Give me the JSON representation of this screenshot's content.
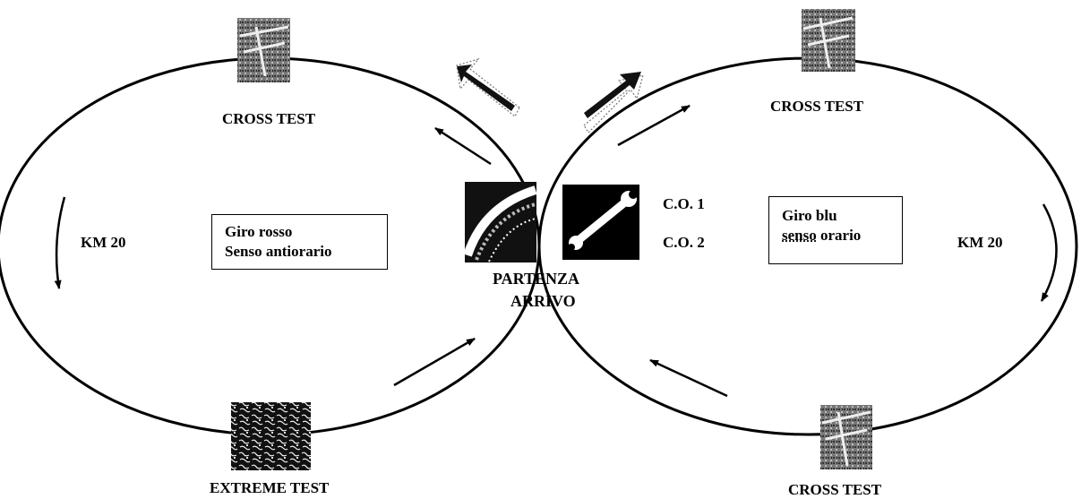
{
  "labels": {
    "cross_test_left_top": "CROSS TEST",
    "cross_test_right_top": "CROSS TEST",
    "cross_test_right_bottom": "CROSS TEST",
    "extreme_test": "EXTREME TEST",
    "km_left": "KM 20",
    "km_right": "KM 20",
    "co1": "C.O. 1",
    "co2": "C.O. 2",
    "start": "PARTENZA",
    "finish": "ARRIVO"
  },
  "left_loop": {
    "line1": "Giro rosso",
    "line2": "Senso antiorario"
  },
  "right_loop": {
    "line1": "Giro blu",
    "line2_word1": "senso",
    "line2_word2": "orario"
  },
  "icons": [
    "cross-test-photo",
    "extreme-test-photo",
    "start-finish-photo",
    "wrench-icon"
  ]
}
